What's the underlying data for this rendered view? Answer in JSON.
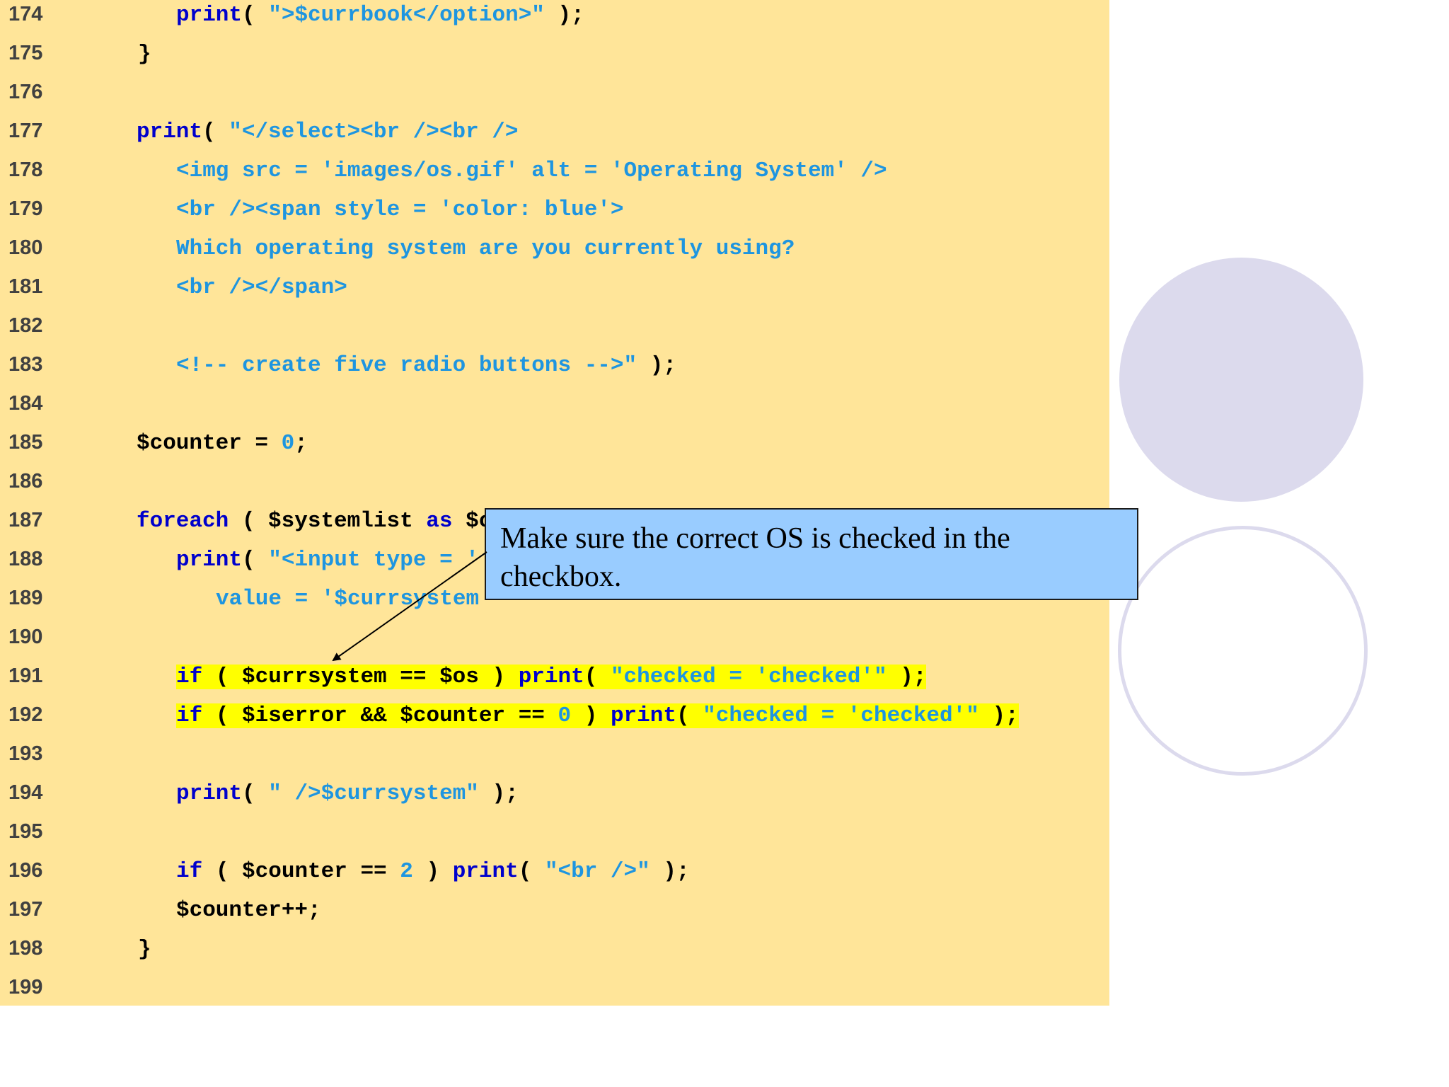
{
  "code": {
    "lines": [
      {
        "num": "174",
        "tokens": [
          {
            "t": "print",
            "k": "keyword"
          },
          {
            "t": "( ",
            "k": "default"
          },
          {
            "t": "\">$currbook</option>\"",
            "k": "string"
          },
          {
            "t": " );",
            "k": "default"
          }
        ]
      },
      {
        "num": "175",
        "tokens": [
          {
            "t": "}",
            "k": "default"
          }
        ]
      },
      {
        "num": "176",
        "tokens": []
      },
      {
        "num": "177",
        "tokens": [
          {
            "t": "print",
            "k": "keyword"
          },
          {
            "t": "( ",
            "k": "default"
          },
          {
            "t": "\"</select><br /><br />",
            "k": "string"
          }
        ]
      },
      {
        "num": "178",
        "tokens": [
          {
            "t": "<img src = 'images/os.gif' alt = 'Operating System' />",
            "k": "string"
          }
        ]
      },
      {
        "num": "179",
        "tokens": [
          {
            "t": "<br /><span style = 'color: blue'>",
            "k": "string"
          }
        ]
      },
      {
        "num": "180",
        "tokens": [
          {
            "t": "Which operating system are you currently using?",
            "k": "string"
          }
        ]
      },
      {
        "num": "181",
        "tokens": [
          {
            "t": "<br /></span>",
            "k": "string"
          }
        ]
      },
      {
        "num": "182",
        "tokens": []
      },
      {
        "num": "183",
        "tokens": [
          {
            "t": "<!-- create five radio buttons -->\"",
            "k": "string"
          },
          {
            "t": " );",
            "k": "default"
          }
        ]
      },
      {
        "num": "184",
        "tokens": []
      },
      {
        "num": "185",
        "tokens": [
          {
            "t": "$counter = ",
            "k": "default"
          },
          {
            "t": "0",
            "k": "number"
          },
          {
            "t": ";",
            "k": "default"
          }
        ]
      },
      {
        "num": "186",
        "tokens": []
      },
      {
        "num": "187",
        "tokens": [
          {
            "t": "foreach",
            "k": "keyword"
          },
          {
            "t": " ( $systemlist ",
            "k": "default"
          },
          {
            "t": "as",
            "k": "keyword"
          },
          {
            "t": " $c",
            "k": "default"
          }
        ]
      },
      {
        "num": "188",
        "tokens": [
          {
            "t": "print",
            "k": "keyword"
          },
          {
            "t": "( ",
            "k": "default"
          },
          {
            "t": "\"<input type = '",
            "k": "string"
          }
        ]
      },
      {
        "num": "189",
        "tokens": [
          {
            "t": "value = '$currsystem",
            "k": "string"
          }
        ]
      },
      {
        "num": "190",
        "tokens": []
      },
      {
        "num": "191",
        "tokens": [
          {
            "t": "if",
            "k": "keyword"
          },
          {
            "t": " ( $currsystem == $os ) ",
            "k": "default"
          },
          {
            "t": "print",
            "k": "keyword"
          },
          {
            "t": "( ",
            "k": "default"
          },
          {
            "t": "\"checked = 'checked'\"",
            "k": "string"
          },
          {
            "t": " );",
            "k": "default"
          }
        ]
      },
      {
        "num": "192",
        "tokens": [
          {
            "t": "if",
            "k": "keyword"
          },
          {
            "t": " ( $iserror && $counter == ",
            "k": "default"
          },
          {
            "t": "0",
            "k": "number"
          },
          {
            "t": " ) ",
            "k": "default"
          },
          {
            "t": "print",
            "k": "keyword"
          },
          {
            "t": "( ",
            "k": "default"
          },
          {
            "t": "\"checked = 'checked'\"",
            "k": "string"
          },
          {
            "t": " );",
            "k": "default"
          }
        ]
      },
      {
        "num": "193",
        "tokens": []
      },
      {
        "num": "194",
        "tokens": [
          {
            "t": "print",
            "k": "keyword"
          },
          {
            "t": "( ",
            "k": "default"
          },
          {
            "t": "\" />$currsystem\"",
            "k": "string"
          },
          {
            "t": " );",
            "k": "default"
          }
        ]
      },
      {
        "num": "195",
        "tokens": []
      },
      {
        "num": "196",
        "tokens": [
          {
            "t": "if",
            "k": "keyword"
          },
          {
            "t": " ( $counter == ",
            "k": "default"
          },
          {
            "t": "2",
            "k": "number"
          },
          {
            "t": " ) ",
            "k": "default"
          },
          {
            "t": "print",
            "k": "keyword"
          },
          {
            "t": "( ",
            "k": "default"
          },
          {
            "t": "\"<br />\"",
            "k": "string"
          },
          {
            "t": " );",
            "k": "default"
          }
        ]
      },
      {
        "num": "197",
        "tokens": [
          {
            "t": "$counter++;",
            "k": "default"
          }
        ]
      },
      {
        "num": "198",
        "tokens": [
          {
            "t": "}",
            "k": "default"
          }
        ]
      },
      {
        "num": "199",
        "tokens": []
      }
    ],
    "highlighted_lines": [
      "191",
      "192"
    ]
  },
  "callout": {
    "text": "Make sure the correct OS is checked in the checkbox."
  },
  "colors": {
    "code_background": "#ffe599",
    "line_highlight": "#ffff00",
    "keyword": "#0000cc",
    "string": "#1e95e0",
    "number": "#1e95e0",
    "plain": "#000000",
    "line_number": "#404040",
    "callout_fill": "#99ccff",
    "decor_circle": "#dcdaed"
  }
}
